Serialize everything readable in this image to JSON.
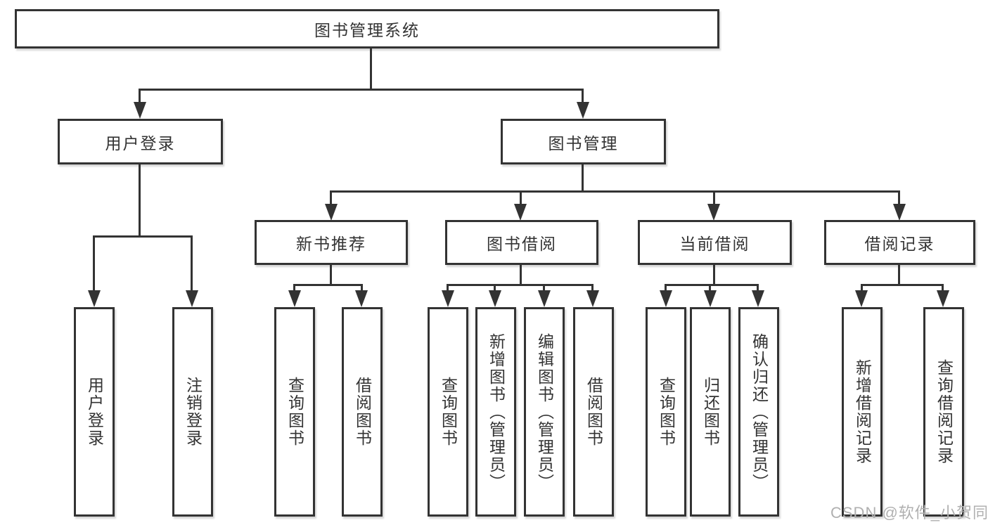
{
  "nodes": {
    "root": {
      "label": "图书管理系统"
    },
    "user_login": {
      "label": "用户登录"
    },
    "book_mgmt": {
      "label": "图书管理"
    },
    "new_books": {
      "label": "新书推荐"
    },
    "book_borrow": {
      "label": "图书借阅"
    },
    "current_borrow": {
      "label": "当前借阅"
    },
    "borrow_records": {
      "label": "借阅记录"
    },
    "leaves": {
      "login": {
        "label": "用户登录"
      },
      "logout": {
        "label": "注销登录"
      },
      "nb_query": {
        "label": "查询图书"
      },
      "nb_borrow": {
        "label": "借阅图书"
      },
      "bb_query": {
        "label": "查询图书"
      },
      "bb_add": {
        "label": "新增图书（管理员）"
      },
      "bb_edit": {
        "label": "编辑图书（管理员）"
      },
      "bb_borrow": {
        "label": "借阅图书"
      },
      "cb_query": {
        "label": "查询图书"
      },
      "cb_return": {
        "label": "归还图书"
      },
      "cb_confirm": {
        "label": "确认归还（管理员）"
      },
      "br_add": {
        "label": "新增借阅记录"
      },
      "br_query": {
        "label": "查询借阅记录"
      }
    }
  },
  "watermark": {
    "text": "CSDN @软件_小贺同学"
  },
  "colors": {
    "line": "#333333",
    "text": "#333333",
    "watermark": "#b0b0b0",
    "background": "#ffffff"
  }
}
